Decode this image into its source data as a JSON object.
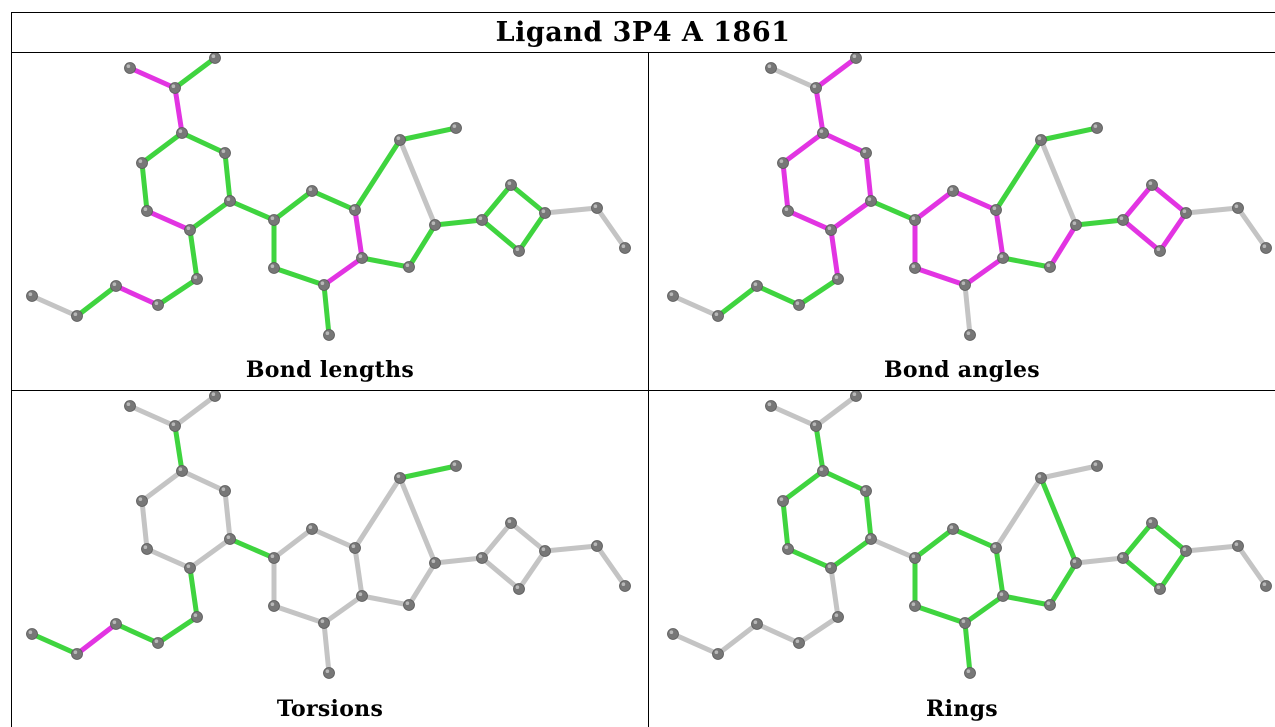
{
  "title": "Ligand 3P4 A 1861",
  "panels": [
    {
      "caption": "Bond lengths"
    },
    {
      "caption": "Bond angles"
    },
    {
      "caption": "Torsions"
    },
    {
      "caption": "Rings"
    }
  ],
  "colors": {
    "outlier": "#e234e2",
    "ok": "#3fd43f",
    "neutral": "#c4c4c4",
    "atom": "#777777"
  }
}
